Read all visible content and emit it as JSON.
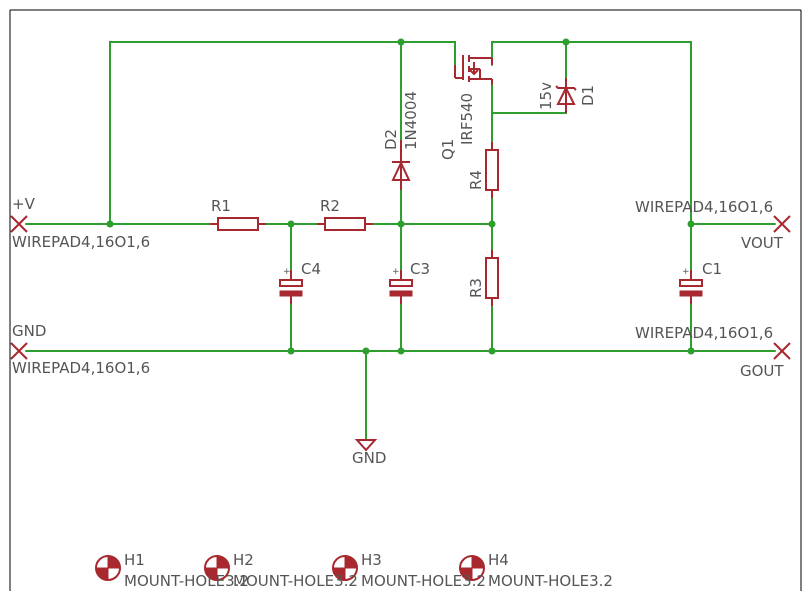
{
  "labels": {
    "plus_v": "+V",
    "wp_in": "WIREPAD4,16O1,6",
    "gnd_pad": "GND",
    "wp_gnd": "WIREPAD4,16O1,6",
    "wp_out": "WIREPAD4,16O1,6",
    "vout": "VOUT",
    "wp_gout": "WIREPAD4,16O1,6",
    "gout": "GOUT",
    "gnd_sym": "GND",
    "r1": "R1",
    "r2": "R2",
    "r3": "R3",
    "r4": "R4",
    "c1": "C1",
    "c3": "C3",
    "c4": "C4",
    "d1": "D1",
    "d1_val": "15v",
    "d2": "D2",
    "d2_val": "1N4004",
    "q1": "Q1",
    "q1_val": "IRF540",
    "plus": "+",
    "h1": "H1",
    "h2": "H2",
    "h3": "H3",
    "h4": "H4",
    "mh": "MOUNT-HOLE3.2"
  },
  "colors": {
    "wire": "#2e9e2e",
    "part": "#a8282f",
    "text": "#555555",
    "frame": "#000000"
  }
}
